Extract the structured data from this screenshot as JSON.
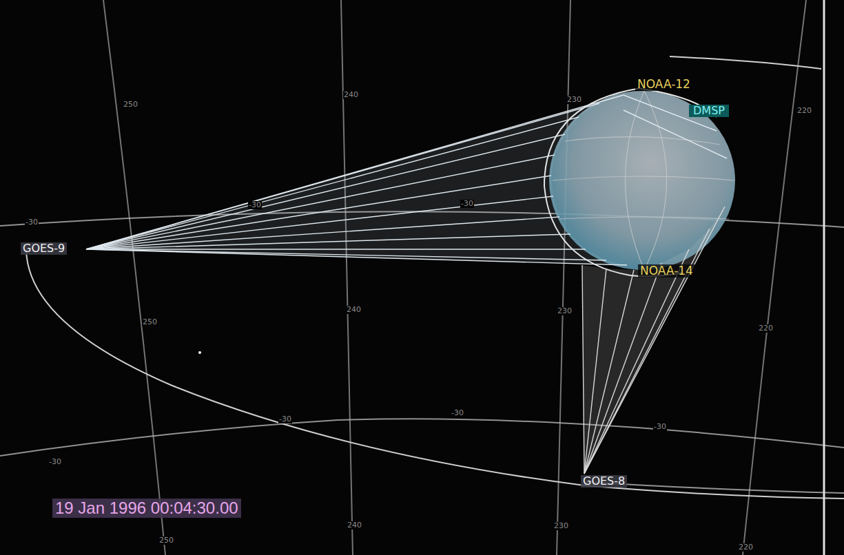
{
  "diagram": {
    "labels": [
      "NOAA-12",
      "DMSP",
      "GOES-9",
      "NOAA-14",
      "GOES-8",
      "19 Jan 1996 00:04:30.00",
      "250",
      "240",
      "230",
      "220",
      "250",
      "240",
      "230",
      "220",
      "250",
      "240",
      "230",
      "220",
      "-30",
      "-30",
      "-30",
      "-30",
      "-30",
      "-30",
      "-30"
    ]
  }
}
